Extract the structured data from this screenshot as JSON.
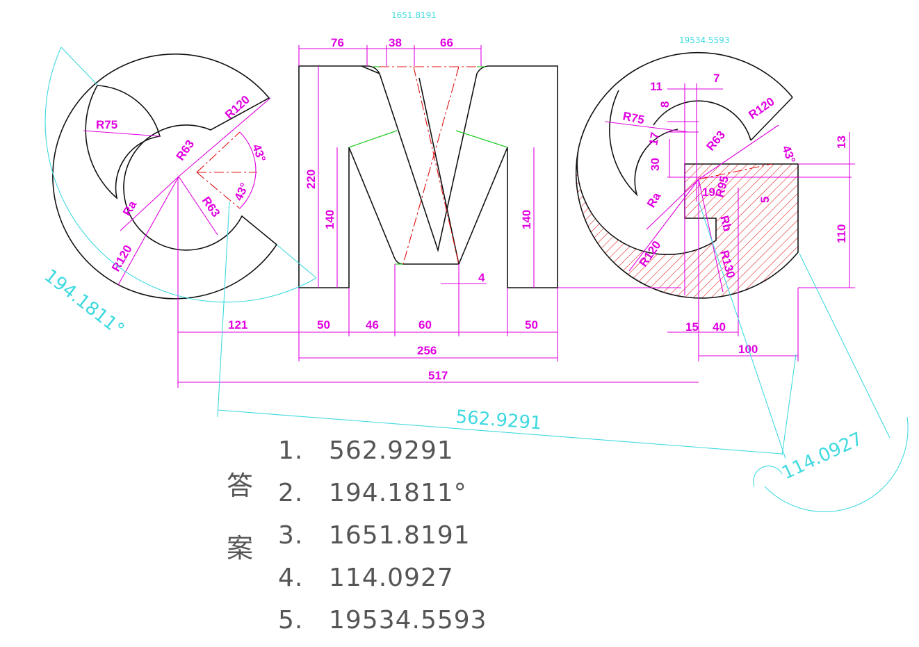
{
  "top_values": {
    "area_m": "1651.8191",
    "area_g": "19534.5593"
  },
  "dimensions_c": {
    "r75": "R75",
    "r120_top": "R120",
    "r63_top": "R63",
    "ra": "Ra",
    "r63_bottom": "R63",
    "r120_bottom": "R120",
    "angle_top": "43°",
    "angle_bottom": "43°"
  },
  "dimensions_m": {
    "w76": "76",
    "w38": "38",
    "w66": "66",
    "h220": "220",
    "h140_left": "140",
    "h140_right": "140",
    "w4": "4",
    "w50_left": "50",
    "w46": "46",
    "w60": "60",
    "w50_right": "50",
    "w256": "256",
    "w121": "121",
    "w517": "517"
  },
  "dimensions_g": {
    "d11": "11",
    "d7": "7",
    "d8": "8",
    "r75": "R75",
    "r120_top": "R120",
    "d17": "17",
    "r63": "R63",
    "angle": "43°",
    "d13": "13",
    "d30": "30",
    "d19": "19",
    "r95": "R95",
    "d5": "5",
    "ra": "Ra",
    "rb": "Rb",
    "d110": "110",
    "r120_bottom": "R120",
    "r130": "R130",
    "d15": "15",
    "d40": "40",
    "d100": "100"
  },
  "measurements": {
    "distance": "562.9291",
    "arc_angle": "194.1811°",
    "arc_length": "114.0927"
  },
  "answers": {
    "title_1": "答",
    "title_2": "案",
    "items": [
      {
        "num": "1.",
        "value": "562.9291"
      },
      {
        "num": "2.",
        "value": "194.1811°"
      },
      {
        "num": "3.",
        "value": "1651.8191"
      },
      {
        "num": "4.",
        "value": "114.0927"
      },
      {
        "num": "5.",
        "value": "19534.5593"
      }
    ]
  },
  "colors": {
    "outline": "#111111",
    "dimension": "#e000e0",
    "measure": "#3fd9e0",
    "centerline": "#e01010",
    "perpendicular": "#22cc22",
    "hatch": "#e01010"
  }
}
